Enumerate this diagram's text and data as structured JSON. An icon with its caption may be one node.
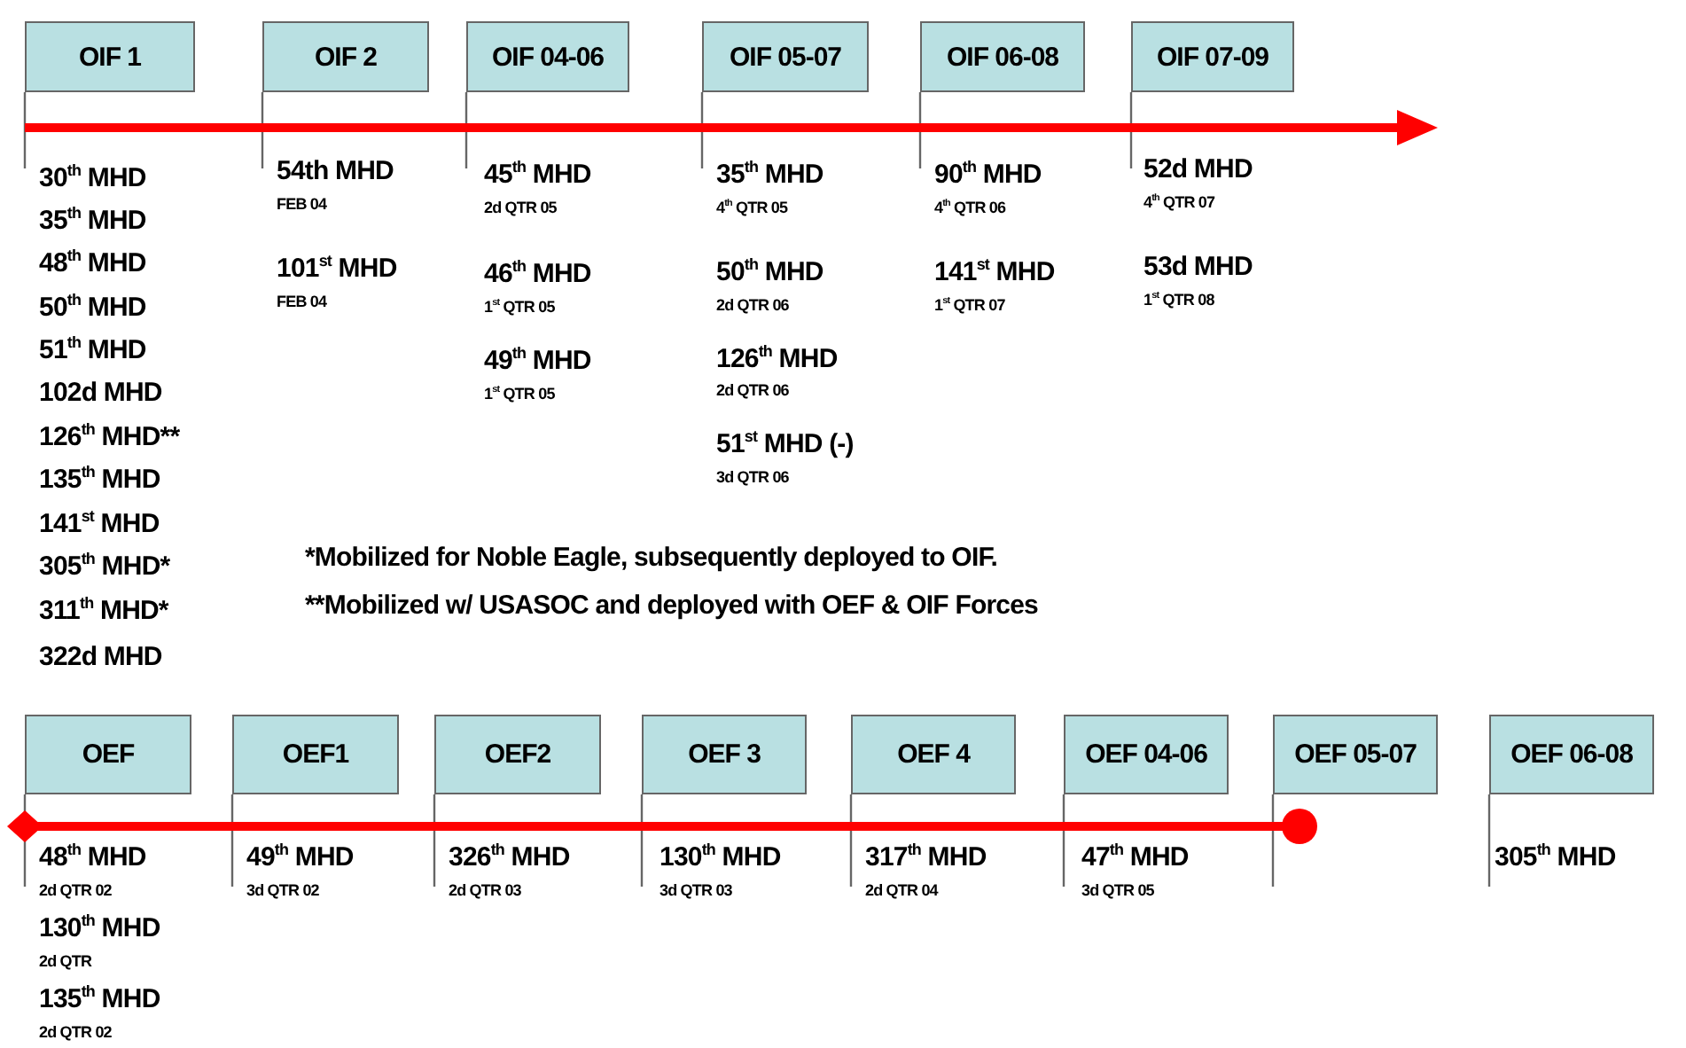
{
  "diagram": {
    "nodes": [
      {
        "text": [
          "OIF 1"
        ]
      },
      {
        "text": [
          "OIF 2"
        ]
      },
      {
        "text": [
          "OIF 04-06"
        ]
      },
      {
        "text": [
          "OIF 05-07"
        ]
      },
      {
        "text": [
          "OIF 06-08"
        ]
      },
      {
        "text": [
          "OIF 07-09"
        ]
      },
      {
        "text": [
          "OEF"
        ]
      },
      {
        "text": [
          "OEF1"
        ]
      },
      {
        "text": [
          "OEF2"
        ]
      },
      {
        "text": [
          "OEF 3"
        ]
      },
      {
        "text": [
          "OEF 4"
        ]
      },
      {
        "text": [
          "OEF 04-06"
        ]
      },
      {
        "text": [
          "OEF 05-07"
        ]
      },
      {
        "text": [
          "OEF 06-08"
        ]
      }
    ],
    "labels": [
      "30$^{th}$ MHD",
      "35$^{th}$ MHD",
      "48$^{th}$ MHD",
      "50$^{th}$ MHD",
      "51$^{th}$ MHD",
      "102d MHD",
      "126$^{th}$ MHD**",
      "135$^{th}$ MHD",
      "141$^{st}$ MHD",
      "305$^{th}$ MHD*",
      "311$^{th}$ MHD*",
      "322d MHD",
      "54th MHD",
      "FEB 04",
      "101$^{st}$ MHD",
      "FEB 04",
      "45$^{th}$ MHD",
      "2d QTR 05",
      "46$^{th}$ MHD",
      "1$^{st}$ QTR 05",
      "49$^{th}$ MHD",
      "1$^{st}$ QTR 05",
      "35$^{th}$ MHD",
      "4$^{th}$ QTR 05",
      "50$^{th}$ MHD",
      "2d QTR 06",
      "126$^{th}$ MHD",
      "2d QTR 06",
      "51$^{st}$ MHD (-)",
      "3d QTR 06",
      "90$^{th}$ MHD",
      "4$^{th}$ QTR 06",
      "141$^{st}$ MHD",
      "1$^{st}$ QTR 07",
      "52d MHD",
      "4$^{th}$ QTR 07",
      "53d MHD",
      "1$^{st}$ QTR 08",
      "*Mobilized for Noble Eagle, subsequently deployed to OIF.",
      "**Mobilized w/ USASOC and deployed with OEF & OIF Forces",
      "48$^{th}$ MHD",
      "2d QTR 02",
      "130$^{th}$ MHD",
      "2d QTR",
      "135$^{th}$ MHD",
      "2d QTR 02",
      "49$^{th}$ MHD",
      "3d QTR 02",
      "326$^{th}$ MHD",
      "2d QTR 03",
      "130$^{th}$ MHD",
      "3d QTR 03",
      "317$^{th}$ MHD",
      "2d QTR 04",
      "47$^{th}$ MHD",
      "3d QTR 05",
      "305$^{th}$ MHD"
    ]
  }
}
